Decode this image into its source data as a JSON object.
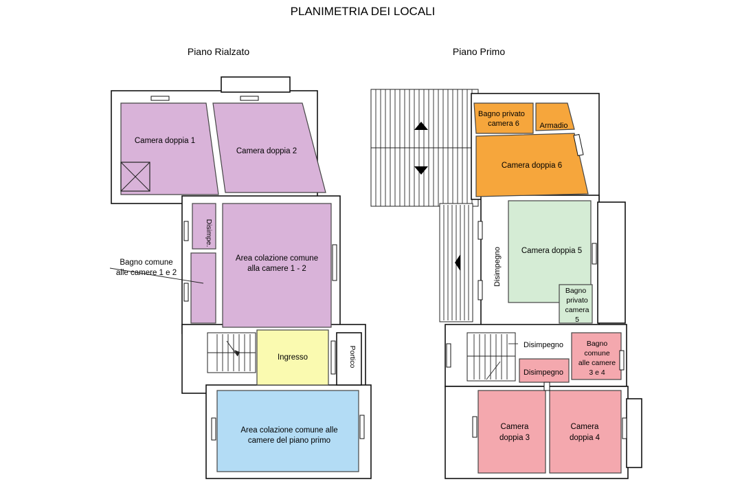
{
  "title": "PLANIMETRIA DEI LOCALI",
  "colors": {
    "purple": "#d9b3d9",
    "yellow": "#fafab0",
    "blue": "#b3dcf5",
    "orange": "#f6a63c",
    "green": "#d5ecd5",
    "pink": "#f4a8ae",
    "wall": "#111111"
  },
  "floors": {
    "ground": {
      "heading": "Piano Rialzato",
      "rooms": {
        "camera1": "Camera doppia 1",
        "camera2": "Camera doppia 2",
        "disimpe": "Disimpe.",
        "area12_l1": "Area colazione comune",
        "area12_l2": "alla camere 1 - 2",
        "ingresso": "Ingresso",
        "portico": "Portico",
        "areaPP_l1": "Area colazione comune alle",
        "areaPP_l2": "camere del piano primo"
      },
      "callout": {
        "line1": "Bagno comune",
        "line2": "alle camere 1 e 2"
      },
      "icons": [
        "stair-arrow-icon",
        "shaft-cross-icon"
      ]
    },
    "first": {
      "heading": "Piano Primo",
      "rooms": {
        "bagno6_l1": "Bagno privato",
        "bagno6_l2": "camera 6",
        "armadio": "Armadio",
        "camera6": "Camera doppia 6",
        "camera5": "Camera doppia 5",
        "bagno5_l1": "Bagno",
        "bagno5_l2": "privato",
        "bagno5_l3": "camera",
        "bagno5_l4": "5",
        "disimpegno_v": "Disimpegno",
        "disimpegno_h": "Disimpegno",
        "disimpegno_s": "Disimpegno",
        "bagno34_l1": "Bagno",
        "bagno34_l2": "comune",
        "bagno34_l3": "alle camere",
        "bagno34_l4": "3 e 4",
        "camera3_l1": "Camera",
        "camera3_l2": "doppia 3",
        "camera4_l1": "Camera",
        "camera4_l2": "doppia 4"
      },
      "icons": [
        "arrow-up-icon",
        "arrow-down-icon",
        "arrow-left-icon"
      ]
    }
  }
}
